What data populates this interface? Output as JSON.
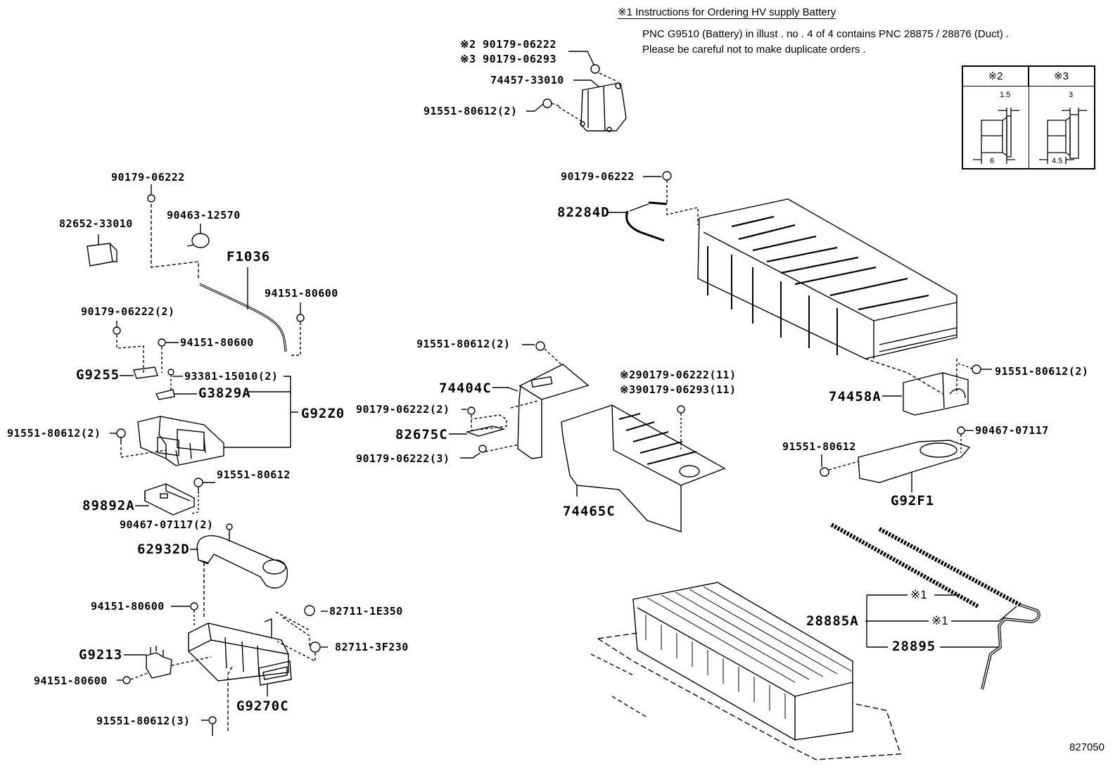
{
  "diagram": {
    "type": "parts-exploded-view",
    "subject": "HV supply battery assembly",
    "illustration_code": "827050"
  },
  "notes": {
    "title": "※1 Instructions for Ordering HV supply Battery",
    "line1": "PNC G9510 (Battery) in illust . no . 4 of 4 contains PNC 28875 / 28876 (Duct) .",
    "line2": "Please be careful not to make duplicate orders ."
  },
  "nut_table": {
    "col2_header": "※2",
    "col3_header": "※3",
    "col2_dim_top": "1.5",
    "col2_dim_bottom": "6",
    "col3_dim_top": "3",
    "col3_dim_bottom": "4.5"
  },
  "labels": {
    "top_nut_a": "※2 90179-06222",
    "top_nut_b": "※3 90179-06293",
    "bracket_74457": "74457-33010",
    "bolt_top": "91551-80612(2)",
    "nut_left_top": "90179-06222",
    "cover_82652": "82652-33010",
    "clamp_90463": "90463-12570",
    "cable_f1036": "F1036",
    "nut_94151_a": "94151-80600",
    "nut_90179_2": "90179-06222(2)",
    "nut_94151_b": "94151-80600",
    "g9255": "G9255",
    "screw_93381": "93381-15010(2)",
    "g3829a": "G3829A",
    "g92z0": "G92Z0",
    "bolt_left_2": "91551-80612(2)",
    "bolt_89892": "91551-80612",
    "ecu_89892a": "89892A",
    "clip_90467_2": "90467-07117(2)",
    "duct_62932d": "62932D",
    "nut_94151_c": "94151-80600",
    "sensor_1e350": "82711-1E350",
    "sensor_3f230": "82711-3F230",
    "g9213": "G9213",
    "nut_94151_d": "94151-80600",
    "bolt_left_3": "91551-80612(3)",
    "g9270c": "G9270C",
    "nut_mid_top": "90179-06222",
    "cable_82284d": "82284D",
    "bolt_mid_2": "91551-80612(2)",
    "bracket_74404c": "74404C",
    "nut_mid_2": "90179-06222(2)",
    "bracket_82675c": "82675C",
    "nut_mid_3": "90179-06222(3)",
    "nut_mid_11a": "※290179-06222(11)",
    "nut_mid_11b": "※390179-06293(11)",
    "cover_74465c": "74465C",
    "bolt_right_2": "91551-80612(2)",
    "duct_74458a": "74458A",
    "clip_90467": "90467-07117",
    "bolt_right": "91551-80612",
    "g92f1": "G92F1",
    "wire_28885a": "28885A",
    "mark_1a": "※1",
    "mark_1b": "※1",
    "pipe_28895": "28895"
  }
}
